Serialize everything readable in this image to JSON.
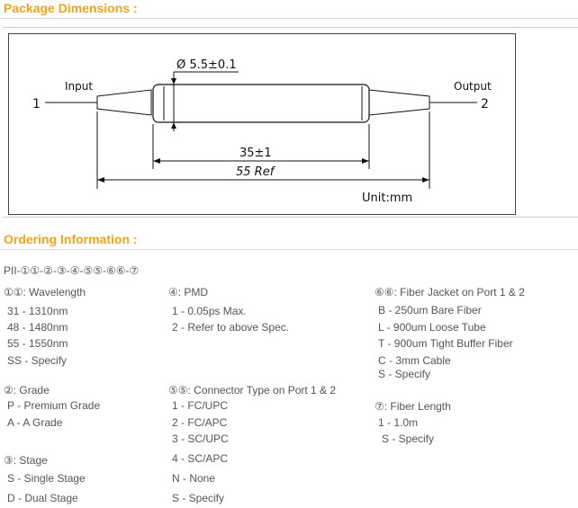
{
  "package": {
    "title": "Package Dimensions :",
    "drawing": {
      "port1": "1",
      "port2": "2",
      "input_label": "Input",
      "output_label": "Output",
      "diameter": "Ø 5.5±0.1",
      "length_body": "35±1",
      "length_total": "55 Ref",
      "unit": "Unit:mm"
    }
  },
  "ordering": {
    "title": "Ordering Information :",
    "code": "PII-①①-②-③-④-⑤⑤-⑥⑥-⑦",
    "wavelength": {
      "title": "①①: Wavelength",
      "items": [
        "31 - 1310nm",
        "48 - 1480nm",
        "55 - 1550nm",
        "SS - Specify"
      ]
    },
    "grade": {
      "title": "②: Grade",
      "items": [
        "P - Premium Grade",
        "A - A Grade"
      ]
    },
    "stage": {
      "title": "③: Stage",
      "items": [
        "S - Single Stage",
        "D - Dual Stage"
      ]
    },
    "pmd": {
      "title": "④: PMD",
      "items": [
        "1 - 0.05ps Max.",
        "2 - Refer to above Spec."
      ]
    },
    "connector": {
      "title": "⑤⑤: Connector Type on Port 1 & 2",
      "items": [
        "1 - FC/UPC",
        "2 - FC/APC",
        "3 - SC/UPC",
        "4 - SC/APC",
        "N - None",
        "S - Specify"
      ]
    },
    "jacket": {
      "title": "⑥⑥: Fiber Jacket on Port 1 & 2",
      "items": [
        "B - 250um Bare Fiber",
        "L - 900um Loose Tube",
        "T - 900um Tight Buffer Fiber",
        "C - 3mm Cable",
        "S - Specify"
      ]
    },
    "fiber_length": {
      "title": "⑦: Fiber Length",
      "items": [
        "1 - 1.0m",
        "S - Specify"
      ]
    }
  }
}
